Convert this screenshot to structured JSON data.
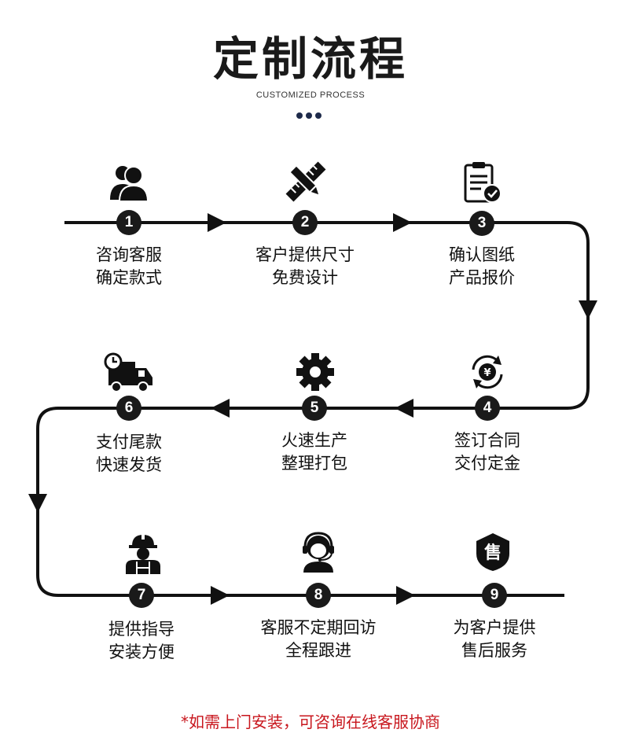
{
  "header": {
    "title": "定制流程",
    "subtitle": "CUSTOMIZED PROCESS"
  },
  "steps": [
    {
      "number": "1",
      "line1": "咨询客服",
      "line2": "确定款式",
      "icon": "users-icon"
    },
    {
      "number": "2",
      "line1": "客户提供尺寸",
      "line2": "免费设计",
      "icon": "pencil-ruler-icon"
    },
    {
      "number": "3",
      "line1": "确认图纸",
      "line2": "产品报价",
      "icon": "clipboard-check-icon"
    },
    {
      "number": "4",
      "line1": "签订合同",
      "line2": "交付定金",
      "icon": "yuan-refresh-icon"
    },
    {
      "number": "5",
      "line1": "火速生产",
      "line2": "整理打包",
      "icon": "gear-icon"
    },
    {
      "number": "6",
      "line1": "支付尾款",
      "line2": "快速发货",
      "icon": "delivery-truck-icon"
    },
    {
      "number": "7",
      "line1": "提供指导",
      "line2": "安装方便",
      "icon": "worker-helmet-icon"
    },
    {
      "number": "8",
      "line1": "客服不定期回访",
      "line2": "全程跟进",
      "icon": "headset-agent-icon"
    },
    {
      "number": "9",
      "line1": "为客户提供",
      "line2": "售后服务",
      "icon": "after-sales-shield-icon"
    }
  ],
  "footer": {
    "note": "*如需上门安装，可咨询在线客服协商"
  },
  "colors": {
    "line": "#111111",
    "dots": "#1e2a4a",
    "note": "#c8161d"
  }
}
